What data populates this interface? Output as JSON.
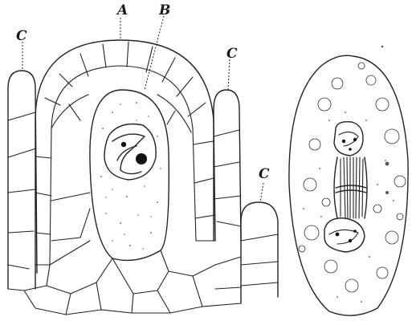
{
  "figure": {
    "labels": {
      "a": "A",
      "b": "B",
      "c_left": "C",
      "c_mid": "C",
      "c_right": "C"
    },
    "ink_color": "#222222",
    "paper_color": "#ffffff"
  }
}
